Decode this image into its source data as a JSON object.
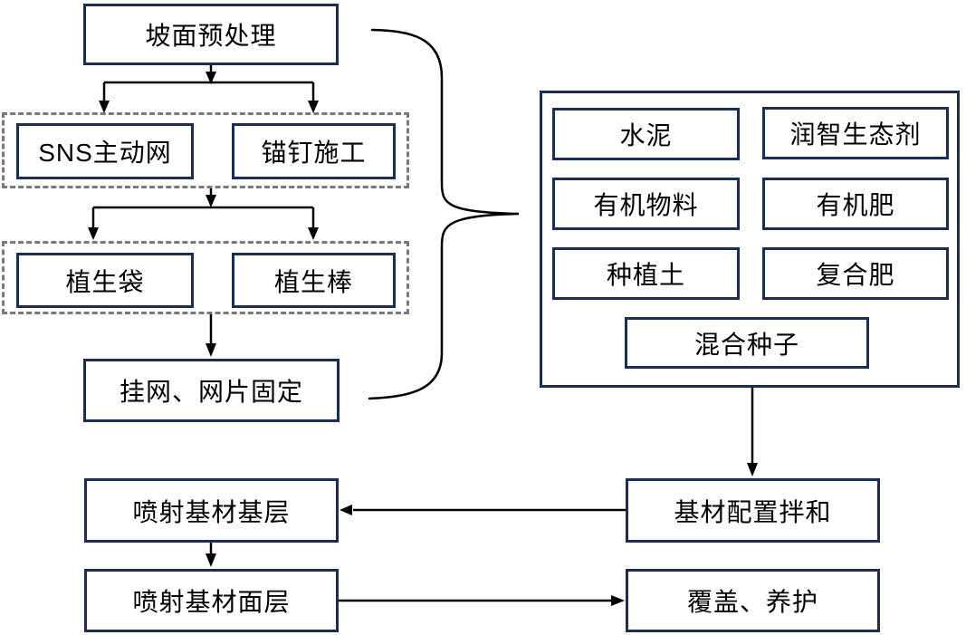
{
  "diagram_title": "slope-greening-construction-flowchart",
  "nodes": {
    "slope_pretreatment": "坡面预处理",
    "sns_active_net": "SNS主动网",
    "anchor_bolt_construction": "锚钉施工",
    "vegetation_bag": "植生袋",
    "vegetation_stick": "植生棒",
    "net_hanging_fixing": "挂网、网片固定",
    "cement": "水泥",
    "runzhi_eco_agent": "润智生态剂",
    "organic_material": "有机物料",
    "organic_fertilizer": "有机肥",
    "planting_soil": "种植土",
    "compound_fertilizer": "复合肥",
    "mixed_seeds": "混合种子",
    "substrate_mixing": "基材配置拌和",
    "spray_base_course": "喷射基材基层",
    "spray_surface_course": "喷射基材面层",
    "cover_maintenance": "覆盖、养护"
  },
  "colors": {
    "box_border": "#1a2e54",
    "dashed_border": "#7a7a7a",
    "connector": "#000000",
    "canvas_bg": "#ffffff",
    "text": "#000000"
  }
}
